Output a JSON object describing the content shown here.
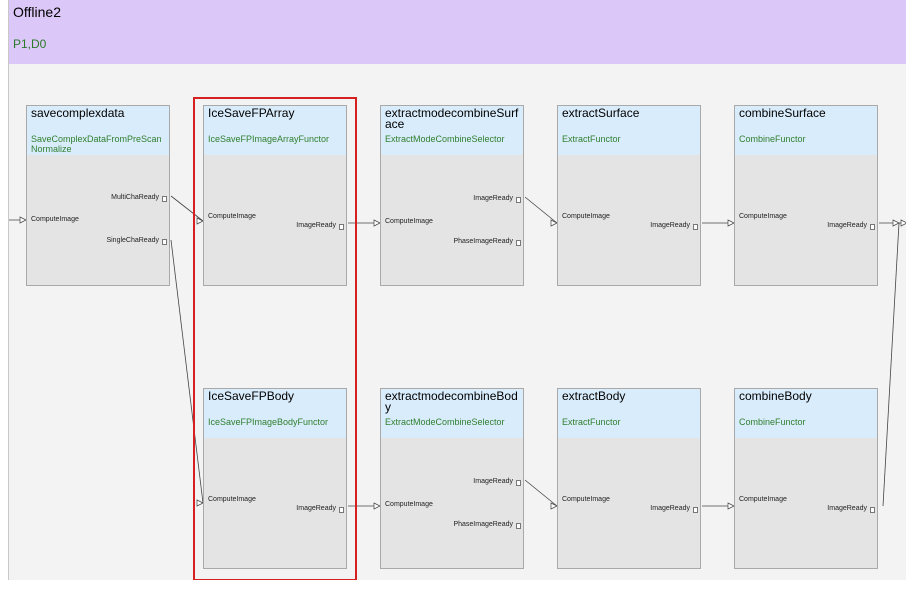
{
  "header": {
    "title": "Offline2",
    "subtitle": "P1,D0"
  },
  "nodes": [
    {
      "name": "savecomplexdata",
      "functor": "SaveComplexDataFromPreScanNormalize",
      "inputs": [
        "ComputeImage"
      ],
      "outputs": [
        "MultiChaReady",
        "SingleChaReady"
      ]
    },
    {
      "name": "IceSaveFPArray",
      "functor": "IceSaveFPImageArrayFunctor",
      "inputs": [
        "ComputeImage"
      ],
      "outputs": [
        "ImageReady"
      ]
    },
    {
      "name": "extractmodecombineSurface",
      "functor": "ExtractModeCombineSelector",
      "inputs": [
        "ComputeImage"
      ],
      "outputs": [
        "ImageReady",
        "PhaseImageReady"
      ]
    },
    {
      "name": "extractSurface",
      "functor": "ExtractFunctor",
      "inputs": [
        "ComputeImage"
      ],
      "outputs": [
        "ImageReady"
      ]
    },
    {
      "name": "combineSurface",
      "functor": "CombineFunctor",
      "inputs": [
        "ComputeImage"
      ],
      "outputs": [
        "ImageReady"
      ]
    },
    {
      "name": "IceSaveFPBody",
      "functor": "IceSaveFPImageBodyFunctor",
      "inputs": [
        "ComputeImage"
      ],
      "outputs": [
        "ImageReady"
      ]
    },
    {
      "name": "extractmodecombineBody",
      "functor": "ExtractModeCombineSelector",
      "inputs": [
        "ComputeImage"
      ],
      "outputs": [
        "ImageReady",
        "PhaseImageReady"
      ]
    },
    {
      "name": "extractBody",
      "functor": "ExtractFunctor",
      "inputs": [
        "ComputeImage"
      ],
      "outputs": [
        "ImageReady"
      ]
    },
    {
      "name": "combineBody",
      "functor": "CombineFunctor",
      "inputs": [
        "ComputeImage"
      ],
      "outputs": [
        "ImageReady"
      ]
    }
  ],
  "colors": {
    "header_bg": "#dcc8f8",
    "node_head": "#d9ecfb",
    "node_body": "#e4e4e4",
    "functor_text": "#2f7f2f",
    "selection": "#d62020"
  },
  "selection": {
    "node": "IceSaveFPArray, IceSaveFPBody"
  }
}
